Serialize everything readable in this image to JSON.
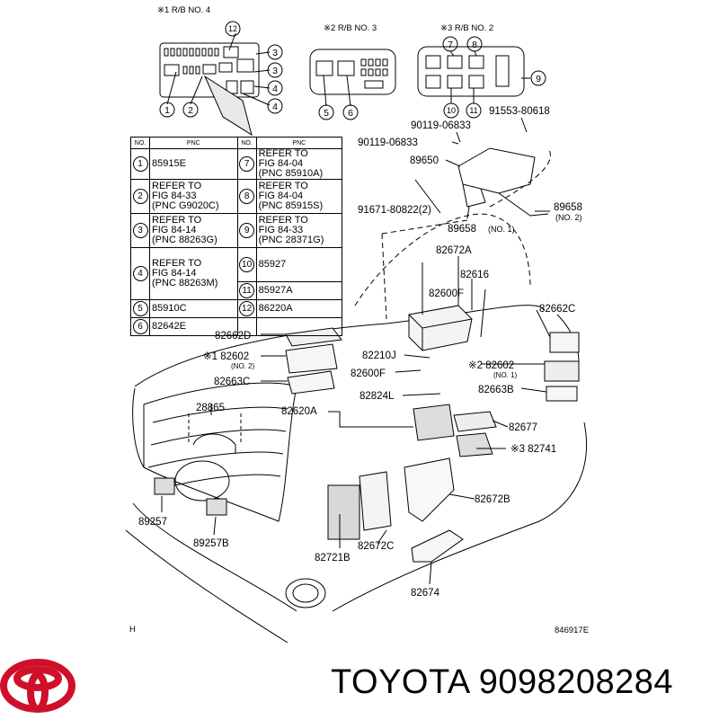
{
  "relay_blocks": {
    "rb4": "※1  R/B  NO. 4",
    "rb3": "※2  R/B  NO. 3",
    "rb2": "※3  R/B  NO. 2"
  },
  "markers": [
    "1",
    "2",
    "3",
    "3",
    "4",
    "4",
    "5",
    "6",
    "7",
    "8",
    "9",
    "10",
    "11",
    "12"
  ],
  "table": {
    "headers": [
      "NO.",
      "PNC",
      "NO.",
      "PNC"
    ],
    "rows": [
      {
        "n1": "1",
        "p1": "85915E",
        "n2": "7",
        "p2": "REFER TO\nFIG   84-04\n(PNC 85910A)"
      },
      {
        "n1": "2",
        "p1": "REFER TO\nFIG   84-33\n(PNC G9020C)",
        "n2": "8",
        "p2": "REFER TO\nFIG   84-04\n(PNC 85915S)"
      },
      {
        "n1": "3",
        "p1": "REFER TO\nFIG   84-14\n(PNC 88263G)",
        "n2": "9",
        "p2": "REFER TO\nFIG   84-33\n(PNC 28371G)"
      },
      {
        "n1": "4",
        "p1": "REFER TO\nFIG   84-14\n(PNC 88263M)",
        "n2": "10",
        "p2": "85927"
      },
      {
        "n1": "5",
        "p1": "85910C",
        "n2": "11",
        "p2": "85927A"
      },
      {
        "n1": "6",
        "p1": "82642E",
        "n2": "12",
        "p2": "86220A"
      }
    ]
  },
  "callouts": {
    "c90119a": "90119-06833",
    "c91553": "91553-80618",
    "c90119b": "90119-06833",
    "c89650": "89650",
    "c91671": "91671-80822(2)",
    "c89658": "89658",
    "c89658_no2": "(NO. 2)",
    "c89658b": "89658",
    "c89658b_no1": "(NO. 1)",
    "c82672A": "82672A",
    "c82616": "82616",
    "c82600F_top": "82600F",
    "c82662C": "82662C",
    "c82662D": "82662D",
    "c82602_left": "※1 82602",
    "c82602_left_no": "(NO. 2)",
    "c82663C": "82663C",
    "c82210J": "82210J",
    "c82600F": "82600F",
    "c82602_right": "※2 82602",
    "c82602_right_no": "(NO. 1)",
    "c82663B": "82663B",
    "c28865": "28865",
    "c82824L": "82824L",
    "c82620A": "82620A",
    "c82677": "82677",
    "c82741": "※3  82741",
    "c82672B": "82672B",
    "c89257": "89257",
    "c89257B": "89257B",
    "c82721B": "82721B",
    "c82672C": "82672C",
    "c82674": "82674"
  },
  "footer": {
    "left_code": "H",
    "drawing_no": "846917E"
  },
  "brand": {
    "name": "TOYOTA",
    "part_number": "9098208284",
    "logo_color": "#d0102a"
  }
}
